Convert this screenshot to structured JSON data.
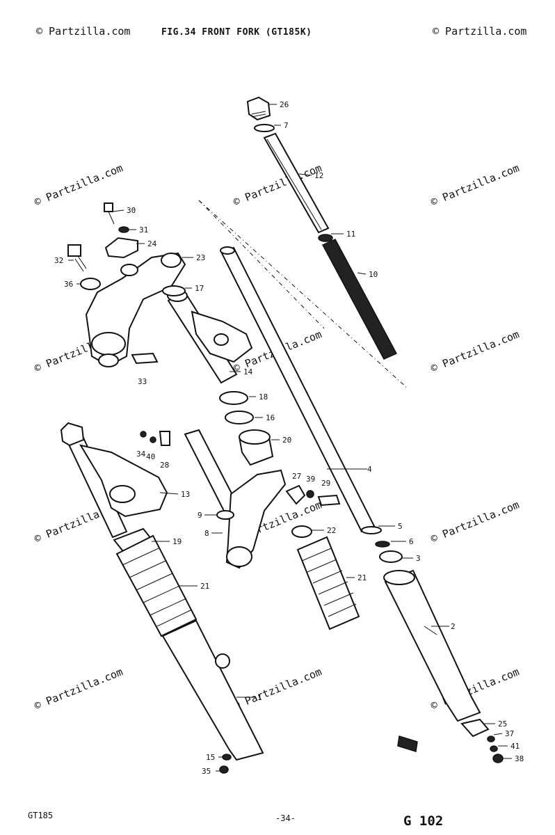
{
  "diagram": {
    "title": "FIG.34  FRONT FORK (GT185K)",
    "watermark": "© Partzilla.com",
    "footer": {
      "model": "GT185",
      "page_number": "-34-",
      "page_code": "G 102"
    },
    "callouts": [
      {
        "id": "1",
        "label": "1"
      },
      {
        "id": "2",
        "label": "2"
      },
      {
        "id": "3",
        "label": "3"
      },
      {
        "id": "4",
        "label": "4"
      },
      {
        "id": "5",
        "label": "5"
      },
      {
        "id": "6",
        "label": "6"
      },
      {
        "id": "7",
        "label": "7"
      },
      {
        "id": "8",
        "label": "8"
      },
      {
        "id": "9",
        "label": "9"
      },
      {
        "id": "10",
        "label": "10"
      },
      {
        "id": "11",
        "label": "11"
      },
      {
        "id": "12",
        "label": "12"
      },
      {
        "id": "13",
        "label": "13"
      },
      {
        "id": "14",
        "label": "14"
      },
      {
        "id": "15",
        "label": "15"
      },
      {
        "id": "16",
        "label": "16"
      },
      {
        "id": "17",
        "label": "17"
      },
      {
        "id": "18",
        "label": "18"
      },
      {
        "id": "19",
        "label": "19"
      },
      {
        "id": "20",
        "label": "20"
      },
      {
        "id": "21a",
        "label": "21"
      },
      {
        "id": "21b",
        "label": "21"
      },
      {
        "id": "22",
        "label": "22"
      },
      {
        "id": "23",
        "label": "23"
      },
      {
        "id": "24",
        "label": "24"
      },
      {
        "id": "25",
        "label": "25"
      },
      {
        "id": "26",
        "label": "26"
      },
      {
        "id": "27",
        "label": "27"
      },
      {
        "id": "28",
        "label": "28"
      },
      {
        "id": "29",
        "label": "29"
      },
      {
        "id": "30",
        "label": "30"
      },
      {
        "id": "31",
        "label": "31"
      },
      {
        "id": "32",
        "label": "32"
      },
      {
        "id": "33",
        "label": "33"
      },
      {
        "id": "34",
        "label": "34"
      },
      {
        "id": "35",
        "label": "35"
      },
      {
        "id": "36",
        "label": "36"
      },
      {
        "id": "37",
        "label": "37"
      },
      {
        "id": "38",
        "label": "38"
      },
      {
        "id": "39",
        "label": "39"
      },
      {
        "id": "40",
        "label": "40"
      },
      {
        "id": "41",
        "label": "41"
      }
    ]
  }
}
